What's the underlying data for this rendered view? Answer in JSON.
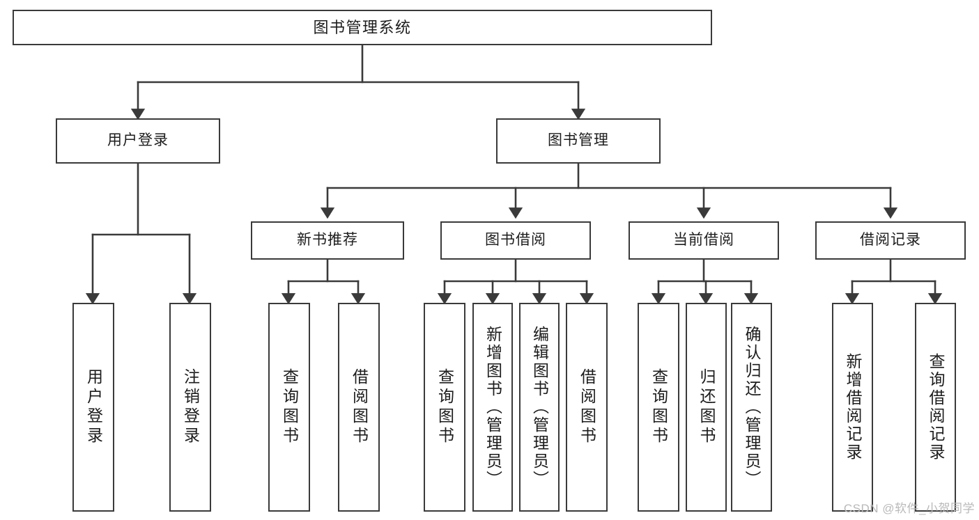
{
  "diagram": {
    "title": "图书管理系统",
    "type": "tree-hierarchy-diagram",
    "watermark": "CSDN @软件_小贺同学",
    "colors": {
      "stroke": "#3a3a3a",
      "fill": "#ffffff",
      "text": "#1c1c1c",
      "watermark": "#b9b9b9"
    },
    "nodes": {
      "root": {
        "label": "图书管理系统"
      },
      "level2": [
        {
          "id": "user-login",
          "label": "用户登录"
        },
        {
          "id": "book-manage",
          "label": "图书管理"
        }
      ],
      "level3": [
        {
          "id": "new-book-recommend",
          "label": "新书推荐"
        },
        {
          "id": "book-borrow",
          "label": "图书借阅"
        },
        {
          "id": "current-borrow",
          "label": "当前借阅"
        },
        {
          "id": "borrow-record",
          "label": "借阅记录"
        }
      ],
      "leaves": {
        "user_login": [
          {
            "id": "leaf-user-login",
            "label": "用户登录"
          },
          {
            "id": "leaf-logout",
            "label": "注销登录"
          }
        ],
        "new_book_recommend": [
          {
            "id": "leaf-query-book-1",
            "label": "查询图书"
          },
          {
            "id": "leaf-borrow-book-1",
            "label": "借阅图书"
          }
        ],
        "book_borrow": [
          {
            "id": "leaf-query-book-2",
            "label": "查询图书"
          },
          {
            "id": "leaf-add-book",
            "label": "新增图书（管理员）"
          },
          {
            "id": "leaf-edit-book",
            "label": "编辑图书（管理员）"
          },
          {
            "id": "leaf-borrow-book-2",
            "label": "借阅图书"
          }
        ],
        "current_borrow": [
          {
            "id": "leaf-query-book-3",
            "label": "查询图书"
          },
          {
            "id": "leaf-return-book",
            "label": "归还图书"
          },
          {
            "id": "leaf-confirm-return",
            "label": "确认归还（管理员）"
          }
        ],
        "borrow_record": [
          {
            "id": "leaf-add-record",
            "label": "新增借阅记录"
          },
          {
            "id": "leaf-query-record",
            "label": "查询借阅记录"
          }
        ]
      }
    }
  }
}
